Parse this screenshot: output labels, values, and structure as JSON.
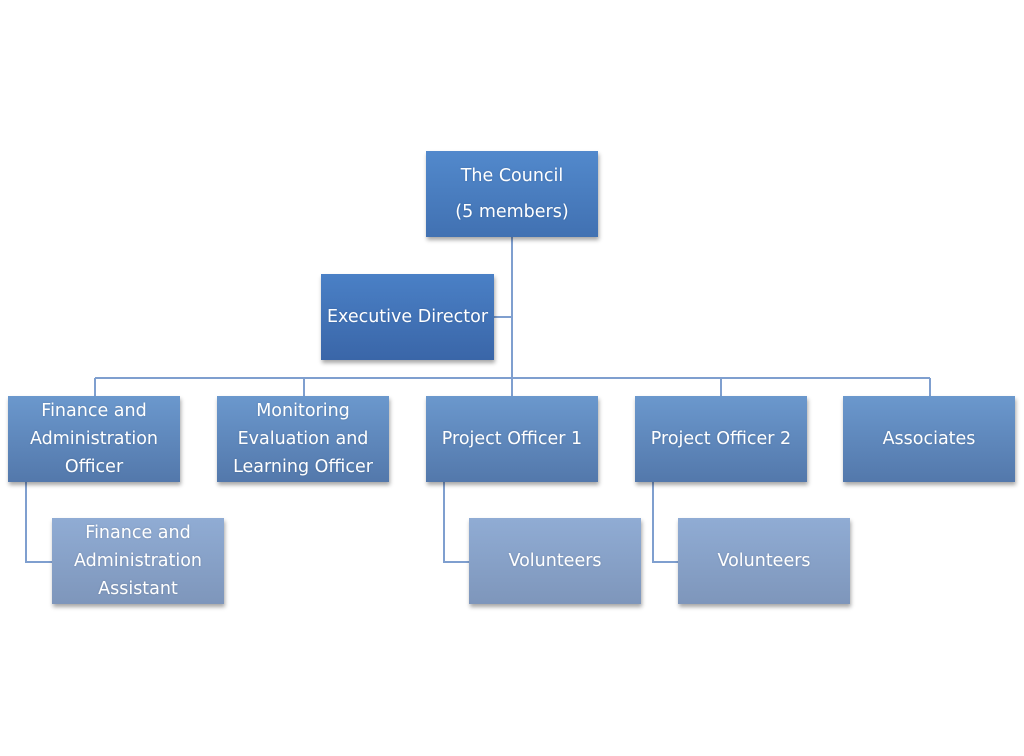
{
  "org_chart": {
    "root": {
      "id": "council",
      "label": "The Council\n(5 members)"
    },
    "assistant": {
      "id": "executive-director",
      "label": "Executive Director"
    },
    "level1": [
      {
        "id": "finance-admin-officer",
        "label": "Finance and\nAdministration\nOfficer"
      },
      {
        "id": "mel-officer",
        "label": "Monitoring\nEvaluation and\nLearning Officer"
      },
      {
        "id": "project-officer-1",
        "label": "Project Officer 1"
      },
      {
        "id": "project-officer-2",
        "label": "Project Officer 2"
      },
      {
        "id": "associates",
        "label": "Associates"
      }
    ],
    "level2": [
      {
        "id": "finance-admin-assistant",
        "parent": "finance-admin-officer",
        "label": "Finance and\nAdministration\nAssistant"
      },
      {
        "id": "volunteers-1",
        "parent": "project-officer-1",
        "label": "Volunteers"
      },
      {
        "id": "volunteers-2",
        "parent": "project-officer-2",
        "label": "Volunteers"
      }
    ]
  },
  "colors": {
    "root": "#4a7dc0",
    "executive_director": "#4272b6",
    "level1": "#6088bd",
    "level2": "#87a0c7",
    "connector": "#7f9fcf",
    "text": "#ffffff"
  }
}
